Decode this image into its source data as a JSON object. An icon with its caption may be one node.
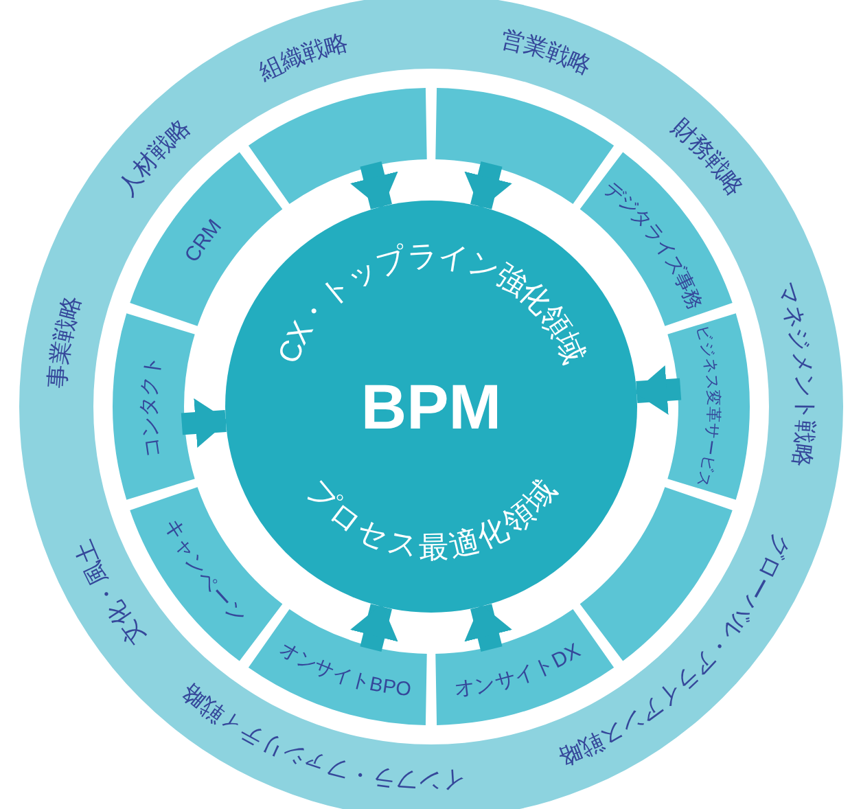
{
  "diagram": {
    "nodes": [
      {
        "text": [
          "CX・トップライン強化領域",
          "BPM",
          "プロセス最適化領域"
        ]
      },
      {
        "text": [],
        "shape": "box"
      },
      {
        "text": [],
        "shape": "box"
      },
      {
        "text": [
          "デジタライズ事務"
        ]
      },
      {
        "text": [
          "ビジネス変革サービス"
        ]
      },
      {
        "text": [],
        "shape": "box"
      },
      {
        "text": [
          "オンサイトDX"
        ]
      },
      {
        "text": [
          "オンサイトBPO"
        ]
      },
      {
        "text": [
          "キャンペーン"
        ]
      },
      {
        "text": [
          "コンタクト"
        ]
      },
      {
        "text": [
          "CRM"
        ]
      }
    ],
    "edges": [
      {
        "from": 1,
        "to": 0,
        "arrow": "to"
      },
      {
        "from": 2,
        "to": 0,
        "arrow": "to"
      },
      {
        "from": 4,
        "to": 0,
        "arrow": "to"
      },
      {
        "from": 6,
        "to": 0,
        "arrow": "to"
      },
      {
        "from": 7,
        "to": 0,
        "arrow": "to"
      },
      {
        "from": 9,
        "to": 0,
        "arrow": "to"
      }
    ],
    "labels": [
      "組織戦略",
      "営業戦略",
      "財務戦略",
      "マネジメント戦略",
      "グローバル・アライアンス戦略",
      "インフラ・ファシリティ戦略",
      "文化・風土",
      "事業戦略",
      "人材戦略"
    ]
  }
}
